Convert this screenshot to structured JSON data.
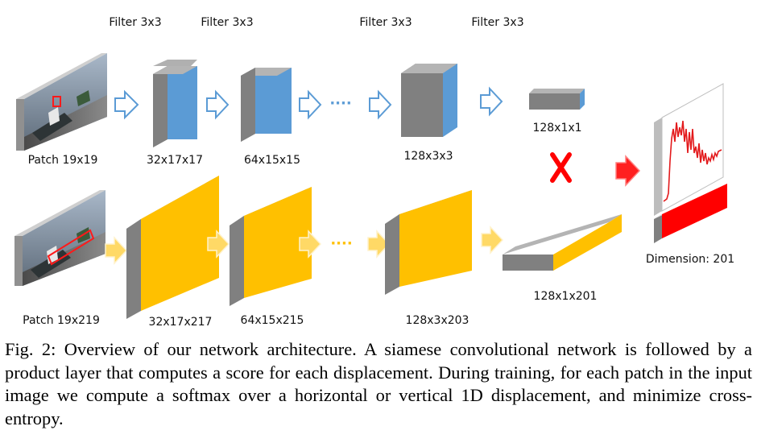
{
  "filter_labels": [
    "Filter 3x3",
    "Filter 3x3",
    "Filter 3x3",
    "Filter 3x3"
  ],
  "top_row": {
    "patch_label": "Patch 19x19",
    "layers": [
      "32x17x17",
      "64x15x15",
      "128x3x3",
      "128x1x1"
    ],
    "ellipsis": "····"
  },
  "bottom_row": {
    "patch_label": "Patch 19x219",
    "layers": [
      "32x17x217",
      "64x15x215",
      "128x3x203",
      "128x1x201"
    ],
    "ellipsis": "····"
  },
  "output_label": "Dimension: 201",
  "caption": "Fig. 2: Overview of our network architecture. A siamese convolutional network is followed by a product layer that computes a score for each displacement. During training, for each patch in the input image we compute a softmax over a horizontal or vertical 1D displacement, and minimize cross-entropy.",
  "colors": {
    "top_face": "#5b9bd5",
    "bottom_face": "#ffc000",
    "side": "#808080",
    "top_arrow": "#5b9bd5",
    "bottom_arrow": "#ffd966",
    "product": "#ff0000",
    "plot_line": "#e31a1c"
  },
  "icons": [
    "photo-thumbnail",
    "multiply-icon",
    "arrow-right-icon",
    "line-plot"
  ]
}
